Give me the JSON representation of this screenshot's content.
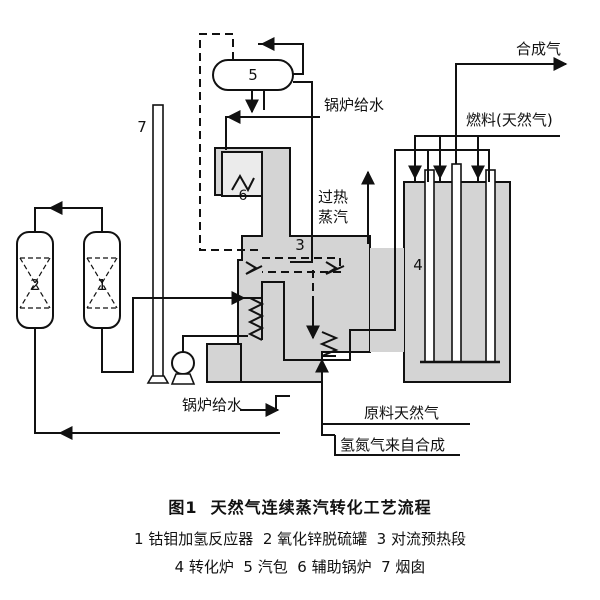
{
  "labels": {
    "product_gas": "合成气",
    "fuel_natural_gas": "燃料(天然气)",
    "boiler_feed_water_top": "锅炉给水",
    "superheated_steam": "过热\n蒸汽",
    "boiler_feed_water_bottom": "锅炉给水",
    "feed_natural_gas": "原料天然气",
    "hydrogen_nitrogen_from_synthesis": "氢氮气来自合成"
  },
  "units": [
    {
      "num": "1",
      "name": "钴钼加氢反应器"
    },
    {
      "num": "2",
      "name": "氧化锌脱硫罐"
    },
    {
      "num": "3",
      "name": "对流预热段"
    },
    {
      "num": "4",
      "name": "转化炉"
    },
    {
      "num": "5",
      "name": "汽包"
    },
    {
      "num": "6",
      "name": "辅助锅炉"
    },
    {
      "num": "7",
      "name": "烟囱"
    }
  ],
  "caption": {
    "title": "图1  天然气连续蒸汽转化工艺流程",
    "line1": "1 钴钼加氢反应器  2 氧化锌脱硫罐  3 对流预热段",
    "line2": "4 转化炉  5 汽包  6 辅助锅炉  7 烟囱"
  },
  "colors": {
    "line": "#111111",
    "furnace_fill": "#d4d4d4",
    "background": "#ffffff"
  }
}
